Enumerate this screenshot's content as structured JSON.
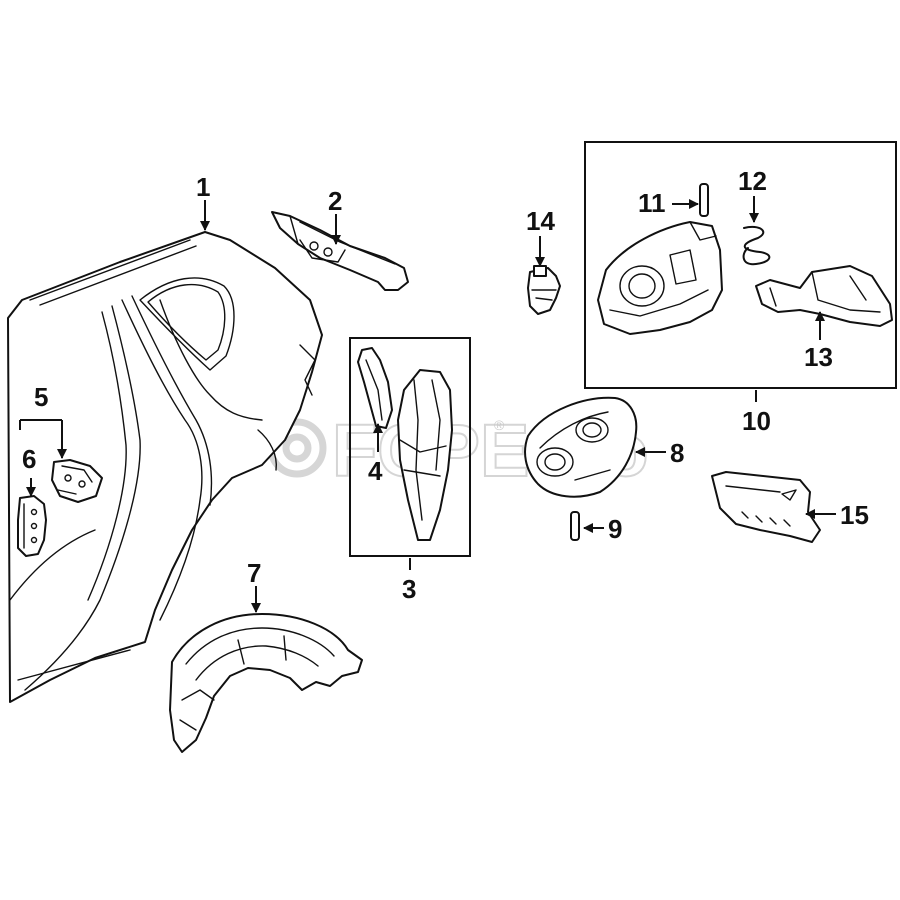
{
  "diagram": {
    "callouts": {
      "c1": "1",
      "c2": "2",
      "c3": "3",
      "c4": "4",
      "c5": "5",
      "c6": "6",
      "c7": "7",
      "c8": "8",
      "c9": "9",
      "c10": "10",
      "c11": "11",
      "c12": "12",
      "c13": "13",
      "c14": "14",
      "c15": "15"
    },
    "watermark": {
      "text": "FCPEuro",
      "registered": "®"
    },
    "colors": {
      "line": "#111111",
      "background": "#ffffff",
      "watermark": "#c8c8c8"
    }
  }
}
